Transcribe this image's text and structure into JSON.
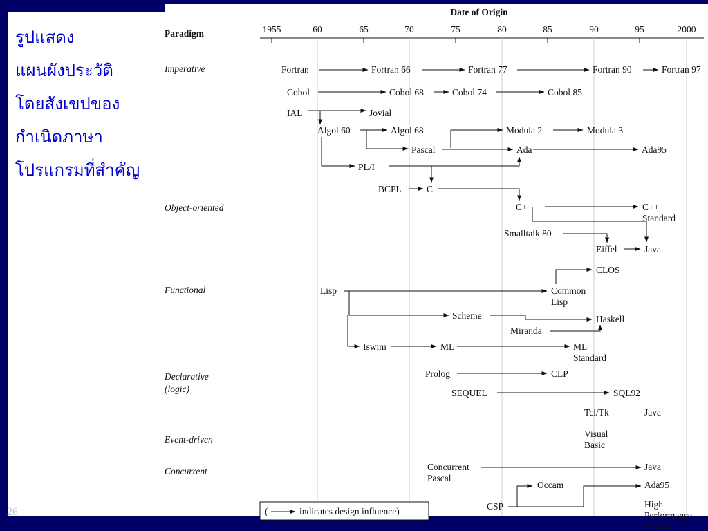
{
  "sidebar": {
    "title_lines": [
      "รูปแสดง",
      "แผนผังประวัติ",
      "โดยสังเขปของ",
      "กำเนิดภาษา",
      "โปรแกรมที่สำคัญ"
    ],
    "page_number": "26"
  },
  "diagram": {
    "date_header": "Date of Origin",
    "paradigm_header": "Paradigm",
    "years": [
      "1955",
      "60",
      "65",
      "70",
      "75",
      "80",
      "85",
      "90",
      "95",
      "2000"
    ],
    "paradigms": [
      "Imperative",
      "Object-oriented",
      "Functional",
      "Declarative",
      "(logic)",
      "Event-driven",
      "Concurrent"
    ],
    "languages": [
      "Fortran",
      "Fortran 66",
      "Fortran 77",
      "Fortran 90",
      "Fortran 97",
      "Cobol",
      "Cobol 68",
      "Cobol 74",
      "Cobol 85",
      "IAL",
      "Jovial",
      "Algol 60",
      "Algol 68",
      "Modula 2",
      "Modula 3",
      "Pascal",
      "Ada",
      "Ada95",
      "PL/I",
      "BCPL",
      "C",
      "C++",
      "C++",
      "Standard",
      "Smalltalk 80",
      "Eiffel",
      "Java",
      "CLOS",
      "Lisp",
      "Common",
      "Lisp",
      "Scheme",
      "Haskell",
      "Miranda",
      "Iswim",
      "ML",
      "ML",
      "Standard",
      "Prolog",
      "CLP",
      "SEQUEL",
      "SQL92",
      "Tcl/Tk",
      "Java",
      "Visual",
      "Basic",
      "Concurrent",
      "Pascal",
      "Java",
      "Occam",
      "Ada95",
      "CSP",
      "High",
      "Performance",
      "Fortran"
    ],
    "legend_text": "indicates design influence)",
    "legend_open_paren": "("
  }
}
